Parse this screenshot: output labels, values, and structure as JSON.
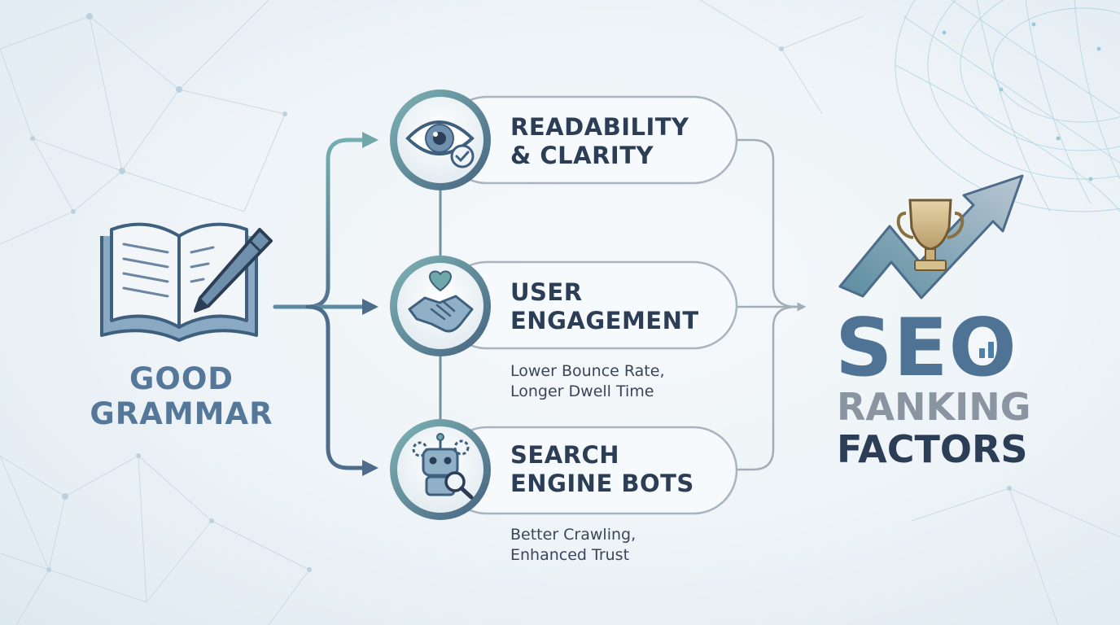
{
  "source": {
    "line1": "GOOD",
    "line2": "GRAMMAR",
    "icon": "open-book-pen-icon"
  },
  "branches": [
    {
      "title1": "READABILITY",
      "title2": "& CLARITY",
      "caption1": "",
      "caption2": "",
      "icon": "eye-check-icon"
    },
    {
      "title1": "USER",
      "title2": "ENGAGEMENT",
      "caption1": "Lower Bounce Rate,",
      "caption2": "Longer Dwell Time",
      "icon": "handshake-heart-icon"
    },
    {
      "title1": "SEARCH",
      "title2": "ENGINE BOTS",
      "caption1": "Better Crawling,",
      "caption2": "Enhanced Trust",
      "icon": "robot-magnifier-icon"
    }
  ],
  "target": {
    "line1": "SEO",
    "line2": "RANKING",
    "line3": "FACTORS",
    "icon": "trophy-up-arrow-icon"
  },
  "colors": {
    "teal": "#6fa7ab",
    "slate": "#4d6b8a",
    "navy": "#2c3e55",
    "connector": "#a2adb8"
  }
}
